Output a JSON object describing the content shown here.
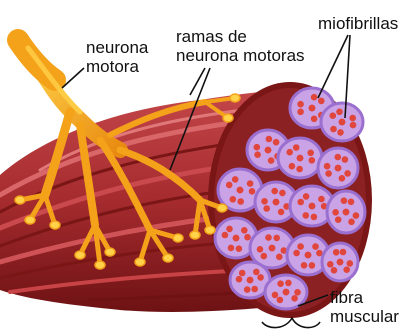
{
  "labels": {
    "neurona_motora": [
      "neurona",
      "motora"
    ],
    "ramas_neurona_motoras": [
      "ramas de",
      "neurona motoras"
    ],
    "miofibrillas": "miofibrillas",
    "fibra_muscular": [
      "fibra",
      "muscular"
    ]
  },
  "colors": {
    "muscle_dark": "#7a1616",
    "muscle": "#b8383a",
    "muscle_light": "#d9676a",
    "nerve": "#f3a21a",
    "nerve_light": "#ffd24a",
    "fiber_membrane": "#9a6fcf",
    "fiber_fill": "#c9a3e6",
    "myofibril": "#e0463c",
    "label_text": "#111111"
  }
}
